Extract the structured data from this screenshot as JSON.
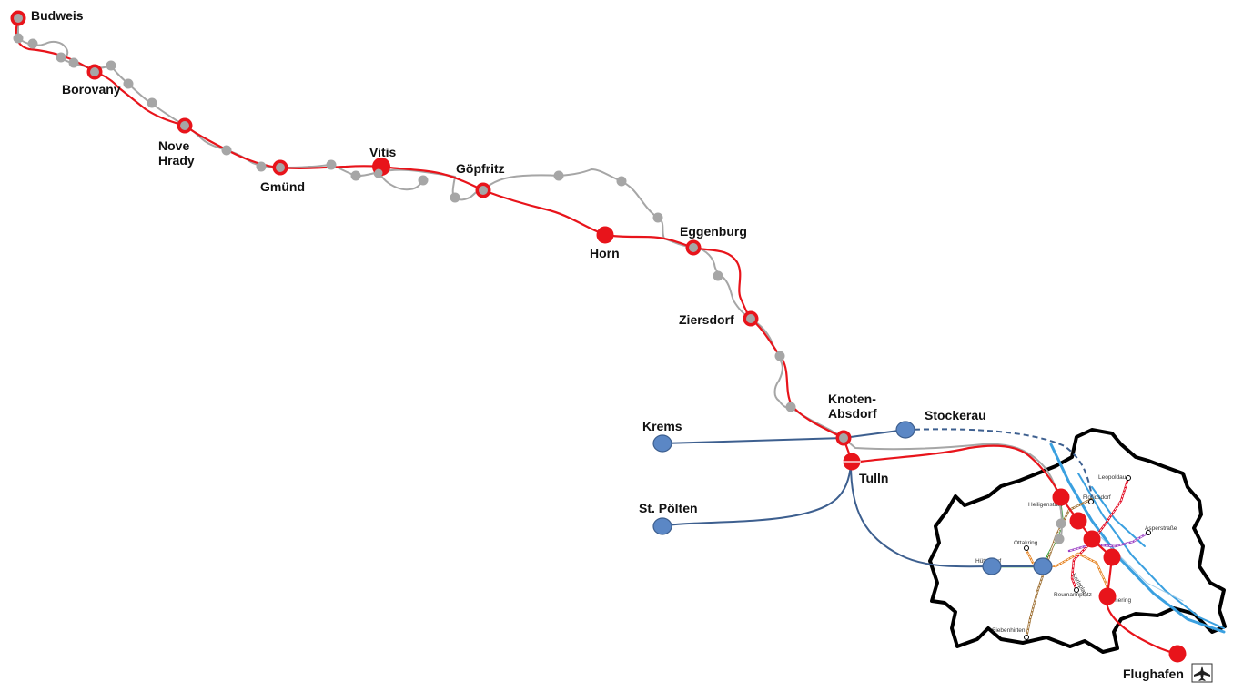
{
  "stations": {
    "budweis": "Budweis",
    "borovany": "Borovany",
    "nove": "Nove",
    "hrady": "Hrady",
    "gmuend": "Gmünd",
    "vitis": "Vitis",
    "goepfritz": "Göpfritz",
    "horn": "Horn",
    "eggenburg": "Eggenburg",
    "ziersdorf": "Ziersdorf",
    "knoten1": "Knoten-",
    "knoten2": "Absdorf",
    "stockerau": "Stockerau",
    "krems": "Krems",
    "tulln": "Tulln",
    "stpoelten": "St. Pölten",
    "flughafen": "Flughafen"
  },
  "vienna_labels": {
    "leopoldau": "Leopoldau",
    "floridsdorf": "Floridsdorf",
    "heiligenstadt": "Heiligenstadt",
    "asperstrasse": "Asperstraße",
    "ottakring": "Ottakring",
    "huetteldorf": "Hütteldorf",
    "karlsplatz": "Karlsplatz",
    "reumannplatz": "Reumannplatz",
    "simmering": "Simmering",
    "siebenhirten": "Siebenhirten"
  },
  "icons": {
    "airport": "airplane-icon"
  },
  "colors": {
    "new_line": "#e8141b",
    "existing_line": "#a6a6a6",
    "regional_line": "#3d5f8f",
    "regional_station": "#5b87c5",
    "danube": "#3aa0e0",
    "u1": "#e2001a",
    "u2": "#9b3fc4",
    "u3": "#e5801c",
    "u4": "#2f9a2f",
    "u6": "#9b6b2c"
  }
}
